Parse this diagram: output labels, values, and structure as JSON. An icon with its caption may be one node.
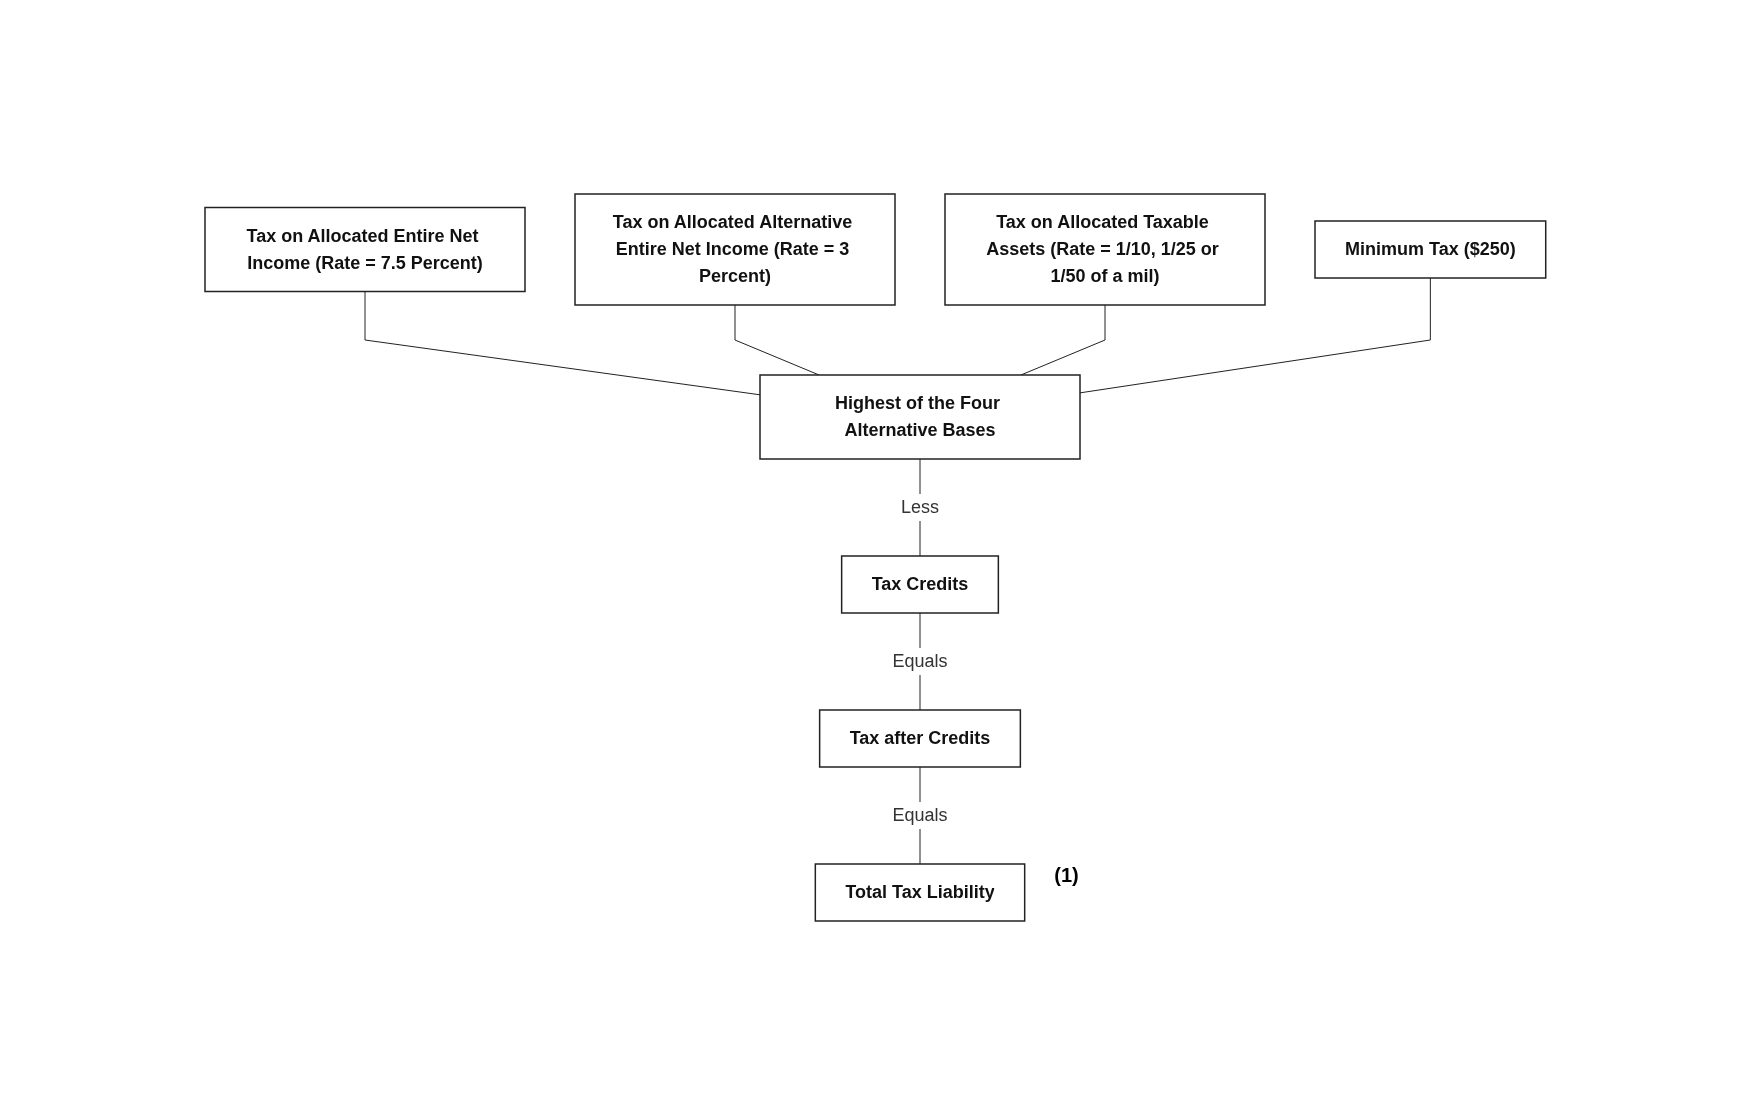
{
  "diagram": {
    "nodes": [
      {
        "text": [
          "Tax on Allocated Entire Net Income (Rate = 7.5 Percent)"
        ]
      },
      {
        "text": [
          "Tax on Allocated Alternative Entire Net Income (Rate = 3 Percent)"
        ]
      },
      {
        "text": [
          "Tax on Allocated Taxable Assets (Rate = 1/10, 1/25 or 1/50 of a mil)"
        ]
      },
      {
        "text": [
          "Minimum Tax ($250)"
        ]
      },
      {
        "text": [
          "Highest of the Four Alternative Bases"
        ]
      },
      {
        "text": [
          "Tax Credits"
        ]
      },
      {
        "text": [
          "Tax after Credits"
        ]
      },
      {
        "text": [
          "Total Tax Liability"
        ],
        "beside": [
          "(1)"
        ]
      }
    ],
    "edges": [
      {
        "from": 0,
        "to": 4,
        "arrow": "none"
      },
      {
        "from": 1,
        "to": 4,
        "arrow": "none"
      },
      {
        "from": 2,
        "to": 4,
        "arrow": "none"
      },
      {
        "from": 3,
        "to": 4,
        "arrow": "none"
      },
      {
        "from": 4,
        "to": 5,
        "arrow": "none",
        "label": "Less"
      },
      {
        "from": 5,
        "to": 6,
        "arrow": "none",
        "label": "Equals"
      },
      {
        "from": 6,
        "to": 7,
        "arrow": "none",
        "label": "Equals"
      }
    ]
  }
}
